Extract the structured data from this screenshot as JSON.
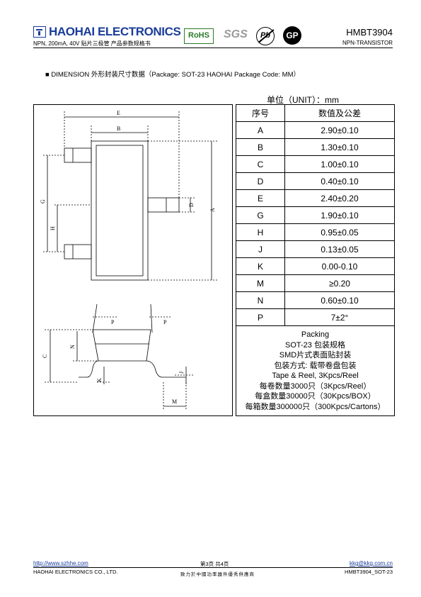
{
  "header": {
    "brand": "HAOHAI ELECTRONICS",
    "subtitle": "NPN, 200mA, 40V 贴片三极管  产品参数规格书",
    "part_number": "HMBT3904",
    "part_type": "NPN-TRANSISTOR",
    "badges": {
      "rohs": "RoHS",
      "sgs": "SGS",
      "pb": "Pb",
      "gp": "GP"
    }
  },
  "section": {
    "bullet": "■",
    "title": "DIMENSION 外形封装尺寸数据（Package: SOT-23 HAOHAI Package Code: MM）"
  },
  "drawing_labels": {
    "E": "E",
    "B": "B",
    "G": "G",
    "H": "H",
    "D": "D",
    "A": "A",
    "P1": "P",
    "P2": "P",
    "N": "N",
    "C": "C",
    "K": "K",
    "J": "J",
    "M": "M"
  },
  "table": {
    "unit": "单位（UNIT）：mm",
    "headers": [
      "序号",
      "数值及公差"
    ],
    "rows": [
      [
        "A",
        "2.90±0.10"
      ],
      [
        "B",
        "1.30±0.10"
      ],
      [
        "C",
        "1.00±0.10"
      ],
      [
        "D",
        "0.40±0.10"
      ],
      [
        "E",
        "2.40±0.20"
      ],
      [
        "G",
        "1.90±0.10"
      ],
      [
        "H",
        "0.95±0.05"
      ],
      [
        "J",
        "0.13±0.05"
      ],
      [
        "K",
        "0.00-0.10"
      ],
      [
        "M",
        "≥0.20"
      ],
      [
        "N",
        "0.60±0.10"
      ],
      [
        "P",
        "7±2°"
      ]
    ],
    "packing": [
      "Packing",
      "SOT-23 包装规格",
      "SMD片式表面贴封装",
      "包装方式: 载带卷盘包装",
      "Tape & Reel, 3Kpcs/Reel",
      "每卷数量3000只（3Kpcs/Reel）",
      "每盒数量30000只（30Kpcs/BOX）",
      "每箱数量300000只（300Kpcs/Cartons）"
    ]
  },
  "footer": {
    "url": "http://www.szhhe.com",
    "page": "第3页    共4页",
    "email": "kkg@kkg.com.cn",
    "company": "HAOHAI ELECTRONICS CO., LTD.",
    "slogan": "致力於中國功率器件優秀供應商",
    "doc_code": "HMBT3904_SOT-23"
  }
}
